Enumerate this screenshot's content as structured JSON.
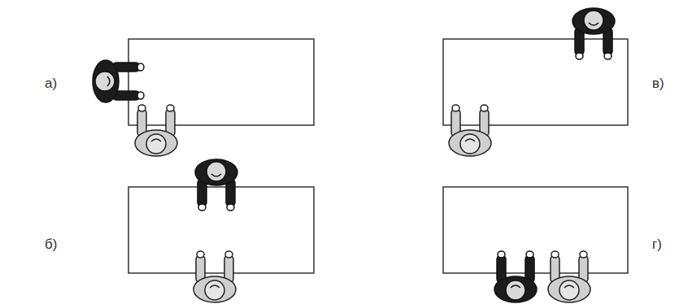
{
  "diagram": {
    "labels": [
      "а)",
      "в)",
      "б)",
      "г)"
    ]
  }
}
